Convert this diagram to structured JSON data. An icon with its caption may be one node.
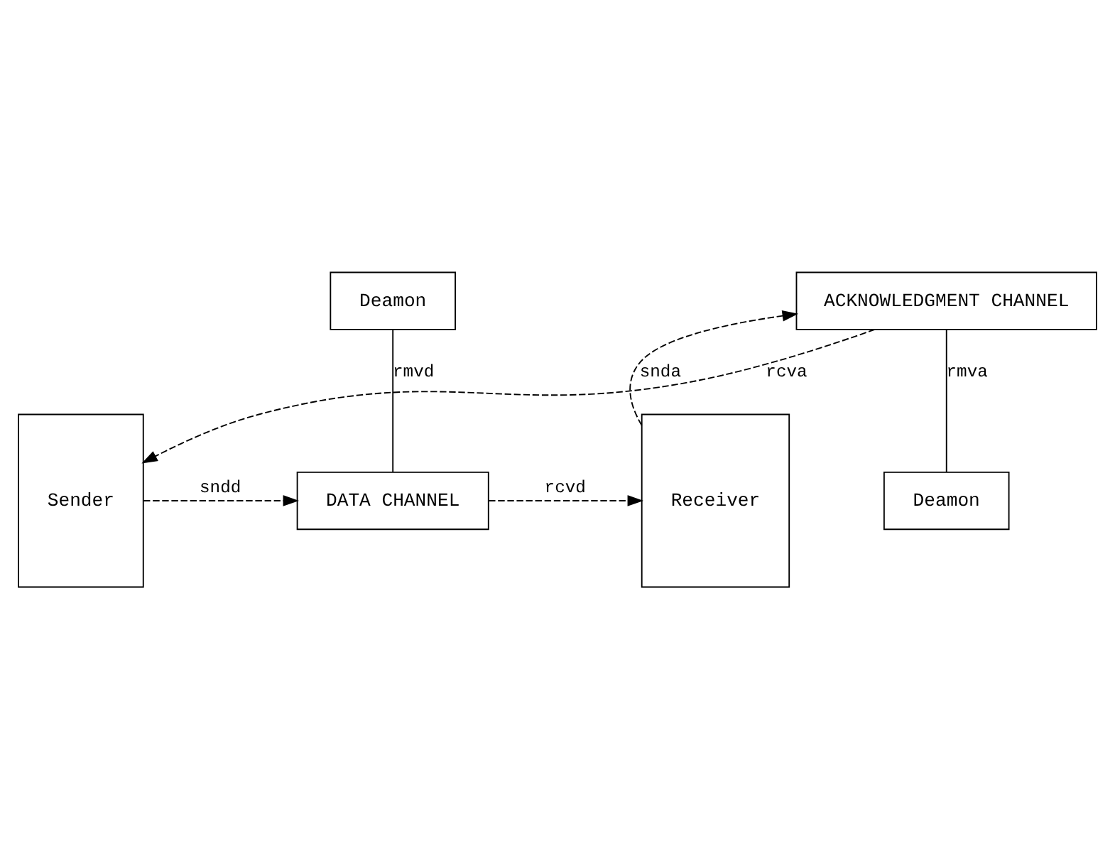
{
  "diagram": {
    "nodes": [
      {
        "text": [
          "Deamon"
        ]
      },
      {
        "text": [
          "Sender"
        ]
      },
      {
        "text": [
          "DATA CHANNEL"
        ]
      },
      {
        "text": [
          "Receiver"
        ]
      },
      {
        "text": [
          "ACKNOWLEDGMENT CHANNEL"
        ]
      },
      {
        "text": [
          "Deamon"
        ]
      }
    ],
    "edges": [
      {
        "from": 0,
        "to": 2,
        "arrow": "none",
        "label": "rmvd"
      },
      {
        "from": 1,
        "to": 2,
        "arrow": "to",
        "label": "sndd",
        "style": "dashed"
      },
      {
        "from": 2,
        "to": 3,
        "arrow": "to",
        "label": "rcvd",
        "style": "dashed"
      },
      {
        "from": 3,
        "to": 4,
        "arrow": "to",
        "label": "snda",
        "style": "dashed"
      },
      {
        "from": 4,
        "to": 1,
        "arrow": "to",
        "label": "rcva",
        "style": "dashed"
      },
      {
        "from": 4,
        "to": 5,
        "arrow": "none",
        "label": "rmva"
      }
    ]
  }
}
